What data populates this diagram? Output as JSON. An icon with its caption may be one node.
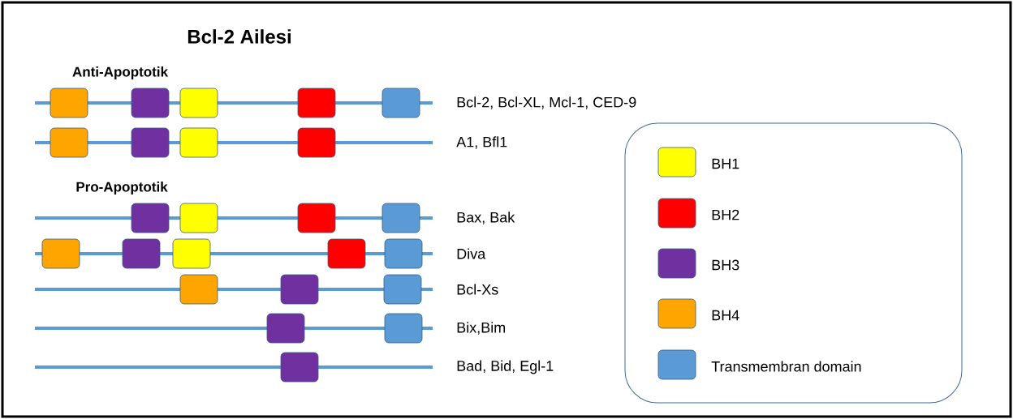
{
  "diagram": {
    "title": "Bcl-2 Ailesi",
    "nodes": [
      {
        "text": [],
        "shape": "bar",
        "beside": [
          "Bcl-2, Bcl-XL, Mcl-1, CED-9"
        ]
      },
      {
        "text": [],
        "shape": "bar",
        "beside": [
          "A1, Bfl1"
        ]
      },
      {
        "text": [],
        "shape": "bar",
        "beside": [
          "Bax, Bak"
        ]
      },
      {
        "text": [],
        "shape": "bar",
        "beside": [
          "Diva"
        ]
      },
      {
        "text": [],
        "shape": "bar",
        "beside": [
          "Bcl-Xs"
        ]
      },
      {
        "text": [],
        "shape": "bar",
        "beside": [
          "Bix,Bim"
        ]
      },
      {
        "text": [],
        "shape": "bar",
        "beside": [
          "Bad, Bid, Egl-1"
        ]
      }
    ],
    "labels": [
      "Anti-Apoptotik",
      "Pro-Apoptotik"
    ],
    "legend": [
      {
        "text": "BH1",
        "color": "#ffff00"
      },
      {
        "text": "BH2",
        "color": "#ff0000"
      },
      {
        "text": "BH3",
        "color": "#7030a0"
      },
      {
        "text": "BH4",
        "color": "#ffa500"
      },
      {
        "text": "Transmembran domain",
        "color": "#5b9bd5"
      }
    ]
  }
}
